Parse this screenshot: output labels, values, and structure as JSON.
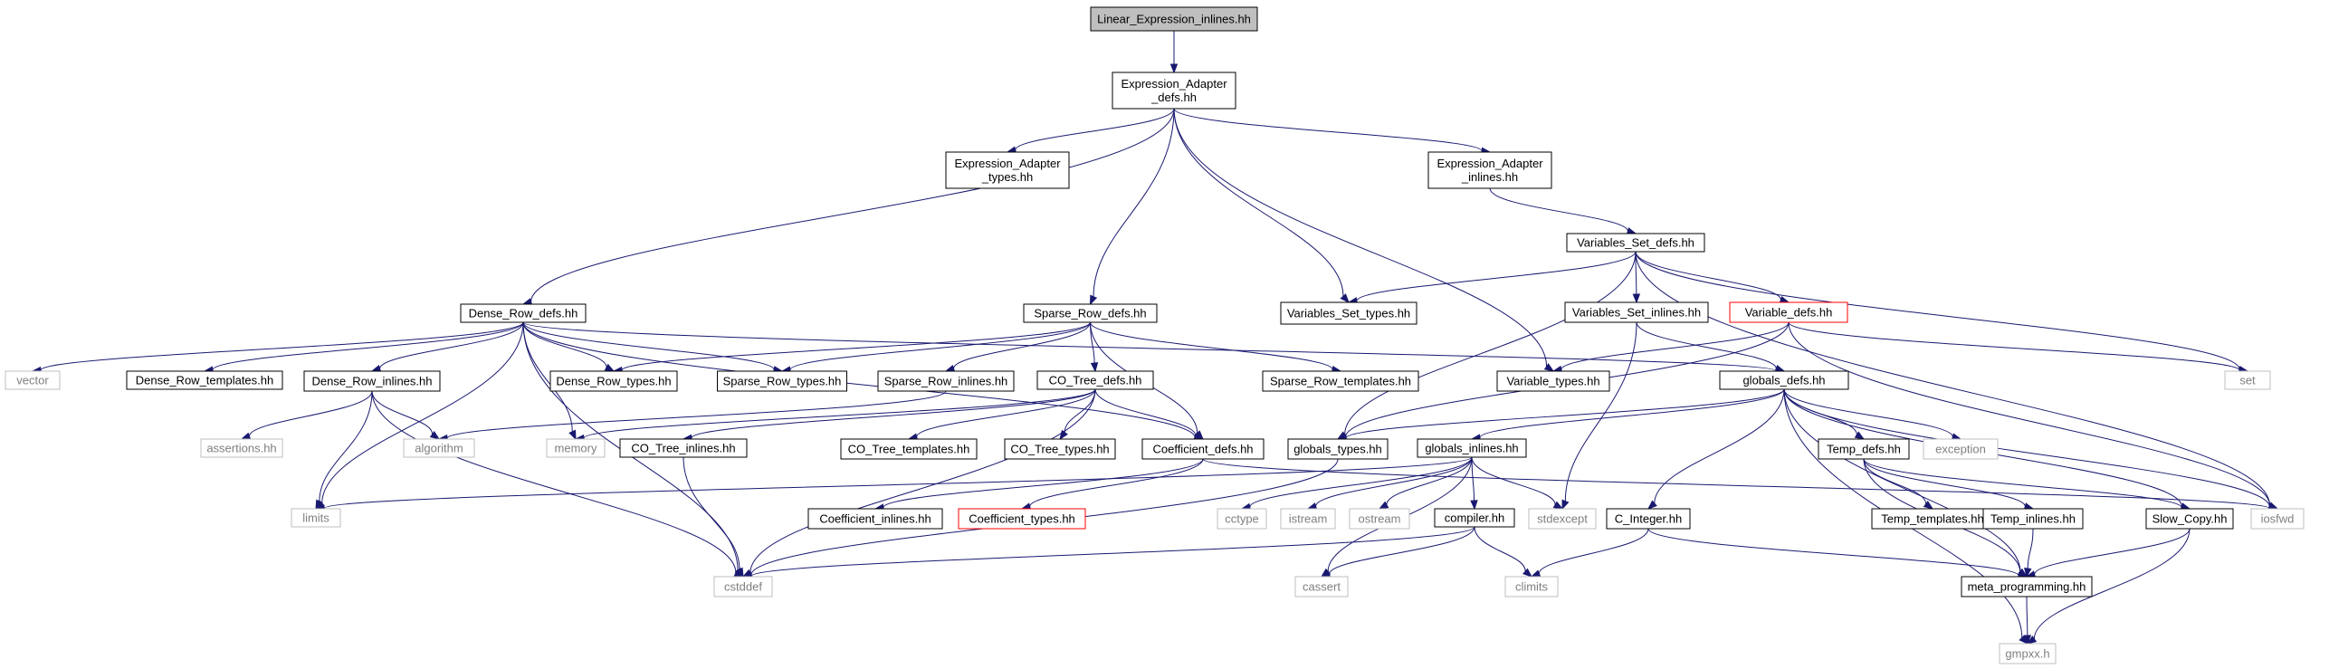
{
  "graph": {
    "title": "Linear_Expression_inlines.hh",
    "colors": {
      "edge": "#191970",
      "node_border": "#000000",
      "external_border": "#bfbfbf",
      "external_text": "#7f7f7f",
      "truncated_border": "#ff0000",
      "root_fill": "#bfbfbf",
      "node_fill": "#ffffff"
    },
    "nodes": [
      {
        "id": "root",
        "lines": [
          "Linear_Expression_inlines.hh"
        ],
        "kind": "root"
      },
      {
        "id": "ead",
        "lines": [
          "Expression_Adapter",
          "_defs.hh"
        ],
        "kind": "file"
      },
      {
        "id": "eat",
        "lines": [
          "Expression_Adapter",
          "_types.hh"
        ],
        "kind": "file"
      },
      {
        "id": "eai",
        "lines": [
          "Expression_Adapter",
          "_inlines.hh"
        ],
        "kind": "file"
      },
      {
        "id": "vsd",
        "lines": [
          "Variables_Set_defs.hh"
        ],
        "kind": "file"
      },
      {
        "id": "drd",
        "lines": [
          "Dense_Row_defs.hh"
        ],
        "kind": "file"
      },
      {
        "id": "srd",
        "lines": [
          "Sparse_Row_defs.hh"
        ],
        "kind": "file"
      },
      {
        "id": "vst",
        "lines": [
          "Variables_Set_types.hh"
        ],
        "kind": "file"
      },
      {
        "id": "vsi",
        "lines": [
          "Variables_Set_inlines.hh"
        ],
        "kind": "file"
      },
      {
        "id": "vd",
        "lines": [
          "Variable_defs.hh"
        ],
        "kind": "truncated"
      },
      {
        "id": "vector",
        "lines": [
          "vector"
        ],
        "kind": "external"
      },
      {
        "id": "drtm",
        "lines": [
          "Dense_Row_templates.hh"
        ],
        "kind": "file"
      },
      {
        "id": "dri",
        "lines": [
          "Dense_Row_inlines.hh"
        ],
        "kind": "file"
      },
      {
        "id": "drt",
        "lines": [
          "Dense_Row_types.hh"
        ],
        "kind": "file"
      },
      {
        "id": "srt",
        "lines": [
          "Sparse_Row_types.hh"
        ],
        "kind": "file"
      },
      {
        "id": "sri",
        "lines": [
          "Sparse_Row_inlines.hh"
        ],
        "kind": "file"
      },
      {
        "id": "cotd",
        "lines": [
          "CO_Tree_defs.hh"
        ],
        "kind": "file"
      },
      {
        "id": "srtm",
        "lines": [
          "Sparse_Row_templates.hh"
        ],
        "kind": "file"
      },
      {
        "id": "vt",
        "lines": [
          "Variable_types.hh"
        ],
        "kind": "file"
      },
      {
        "id": "gd",
        "lines": [
          "globals_defs.hh"
        ],
        "kind": "file"
      },
      {
        "id": "set",
        "lines": [
          "set"
        ],
        "kind": "external"
      },
      {
        "id": "assertions",
        "lines": [
          "assertions.hh"
        ],
        "kind": "external"
      },
      {
        "id": "algorithm",
        "lines": [
          "algorithm"
        ],
        "kind": "external"
      },
      {
        "id": "memory",
        "lines": [
          "memory"
        ],
        "kind": "external"
      },
      {
        "id": "coti",
        "lines": [
          "CO_Tree_inlines.hh"
        ],
        "kind": "file"
      },
      {
        "id": "cottm",
        "lines": [
          "CO_Tree_templates.hh"
        ],
        "kind": "file"
      },
      {
        "id": "cott",
        "lines": [
          "CO_Tree_types.hh"
        ],
        "kind": "file"
      },
      {
        "id": "cd",
        "lines": [
          "Coefficient_defs.hh"
        ],
        "kind": "file"
      },
      {
        "id": "gt",
        "lines": [
          "globals_types.hh"
        ],
        "kind": "file"
      },
      {
        "id": "gi",
        "lines": [
          "globals_inlines.hh"
        ],
        "kind": "file"
      },
      {
        "id": "tmd",
        "lines": [
          "Temp_defs.hh"
        ],
        "kind": "file"
      },
      {
        "id": "exception",
        "lines": [
          "exception"
        ],
        "kind": "external"
      },
      {
        "id": "limits",
        "lines": [
          "limits"
        ],
        "kind": "external"
      },
      {
        "id": "ci",
        "lines": [
          "Coefficient_inlines.hh"
        ],
        "kind": "file"
      },
      {
        "id": "ct",
        "lines": [
          "Coefficient_types.hh"
        ],
        "kind": "truncated"
      },
      {
        "id": "cctype",
        "lines": [
          "cctype"
        ],
        "kind": "external"
      },
      {
        "id": "istream",
        "lines": [
          "istream"
        ],
        "kind": "external"
      },
      {
        "id": "ostream",
        "lines": [
          "ostream"
        ],
        "kind": "external"
      },
      {
        "id": "compiler",
        "lines": [
          "compiler.hh"
        ],
        "kind": "file"
      },
      {
        "id": "stdexcept",
        "lines": [
          "stdexcept"
        ],
        "kind": "external"
      },
      {
        "id": "cint",
        "lines": [
          "C_Integer.hh"
        ],
        "kind": "file"
      },
      {
        "id": "tmtm",
        "lines": [
          "Temp_templates.hh"
        ],
        "kind": "file"
      },
      {
        "id": "tmi",
        "lines": [
          "Temp_inlines.hh"
        ],
        "kind": "file"
      },
      {
        "id": "sc",
        "lines": [
          "Slow_Copy.hh"
        ],
        "kind": "file"
      },
      {
        "id": "iosfwd",
        "lines": [
          "iosfwd"
        ],
        "kind": "external"
      },
      {
        "id": "cstddef",
        "lines": [
          "cstddef"
        ],
        "kind": "external"
      },
      {
        "id": "cassert",
        "lines": [
          "cassert"
        ],
        "kind": "external"
      },
      {
        "id": "climits",
        "lines": [
          "climits"
        ],
        "kind": "external"
      },
      {
        "id": "mp",
        "lines": [
          "meta_programming.hh"
        ],
        "kind": "file"
      },
      {
        "id": "gmpxx",
        "lines": [
          "gmpxx.h"
        ],
        "kind": "external"
      }
    ],
    "edges": [
      [
        "root",
        "ead"
      ],
      [
        "ead",
        "eat"
      ],
      [
        "ead",
        "eai"
      ],
      [
        "ead",
        "drd"
      ],
      [
        "ead",
        "srd"
      ],
      [
        "ead",
        "vst"
      ],
      [
        "ead",
        "vt"
      ],
      [
        "eai",
        "vsd"
      ],
      [
        "vsd",
        "vst"
      ],
      [
        "vsd",
        "vsi"
      ],
      [
        "vsd",
        "vd"
      ],
      [
        "vsd",
        "gt"
      ],
      [
        "vsd",
        "set"
      ],
      [
        "vsd",
        "iosfwd"
      ],
      [
        "vsi",
        "gd"
      ],
      [
        "vsi",
        "stdexcept"
      ],
      [
        "vd",
        "vt"
      ],
      [
        "vd",
        "gt"
      ],
      [
        "vd",
        "set"
      ],
      [
        "vd",
        "iosfwd"
      ],
      [
        "drd",
        "vector"
      ],
      [
        "drd",
        "drtm"
      ],
      [
        "drd",
        "dri"
      ],
      [
        "drd",
        "drt"
      ],
      [
        "drd",
        "srt"
      ],
      [
        "drd",
        "memory"
      ],
      [
        "drd",
        "limits"
      ],
      [
        "drd",
        "cstddef"
      ],
      [
        "drd",
        "cd"
      ],
      [
        "drd",
        "gd"
      ],
      [
        "dri",
        "assertions"
      ],
      [
        "dri",
        "algorithm"
      ],
      [
        "dri",
        "limits"
      ],
      [
        "dri",
        "cstddef"
      ],
      [
        "srd",
        "drt"
      ],
      [
        "srd",
        "srt"
      ],
      [
        "srd",
        "sri"
      ],
      [
        "srd",
        "cotd"
      ],
      [
        "srd",
        "srtm"
      ],
      [
        "srd",
        "cd"
      ],
      [
        "sri",
        "algorithm"
      ],
      [
        "cotd",
        "coti"
      ],
      [
        "cotd",
        "cottm"
      ],
      [
        "cotd",
        "cott"
      ],
      [
        "cotd",
        "cd"
      ],
      [
        "cotd",
        "memory"
      ],
      [
        "cotd",
        "cstddef"
      ],
      [
        "coti",
        "cstddef"
      ],
      [
        "cd",
        "ci"
      ],
      [
        "cd",
        "ct"
      ],
      [
        "cd",
        "iosfwd"
      ],
      [
        "gd",
        "gt"
      ],
      [
        "gd",
        "gi"
      ],
      [
        "gd",
        "tmd"
      ],
      [
        "gd",
        "exception"
      ],
      [
        "gd",
        "cint"
      ],
      [
        "gd",
        "mp"
      ],
      [
        "gd",
        "sc"
      ],
      [
        "gd",
        "gmpxx"
      ],
      [
        "gd",
        "iosfwd"
      ],
      [
        "gt",
        "cstddef"
      ],
      [
        "gi",
        "limits"
      ],
      [
        "gi",
        "cctype"
      ],
      [
        "gi",
        "istream"
      ],
      [
        "gi",
        "ostream"
      ],
      [
        "gi",
        "compiler"
      ],
      [
        "gi",
        "stdexcept"
      ],
      [
        "gi",
        "cassert"
      ],
      [
        "compiler",
        "cstddef"
      ],
      [
        "compiler",
        "cassert"
      ],
      [
        "compiler",
        "climits"
      ],
      [
        "cint",
        "climits"
      ],
      [
        "cint",
        "mp"
      ],
      [
        "tmd",
        "tmtm"
      ],
      [
        "tmd",
        "tmi"
      ],
      [
        "tmd",
        "sc"
      ],
      [
        "tmd",
        "mp"
      ],
      [
        "tmi",
        "mp"
      ],
      [
        "sc",
        "mp"
      ],
      [
        "sc",
        "gmpxx"
      ],
      [
        "mp",
        "gmpxx"
      ]
    ]
  }
}
